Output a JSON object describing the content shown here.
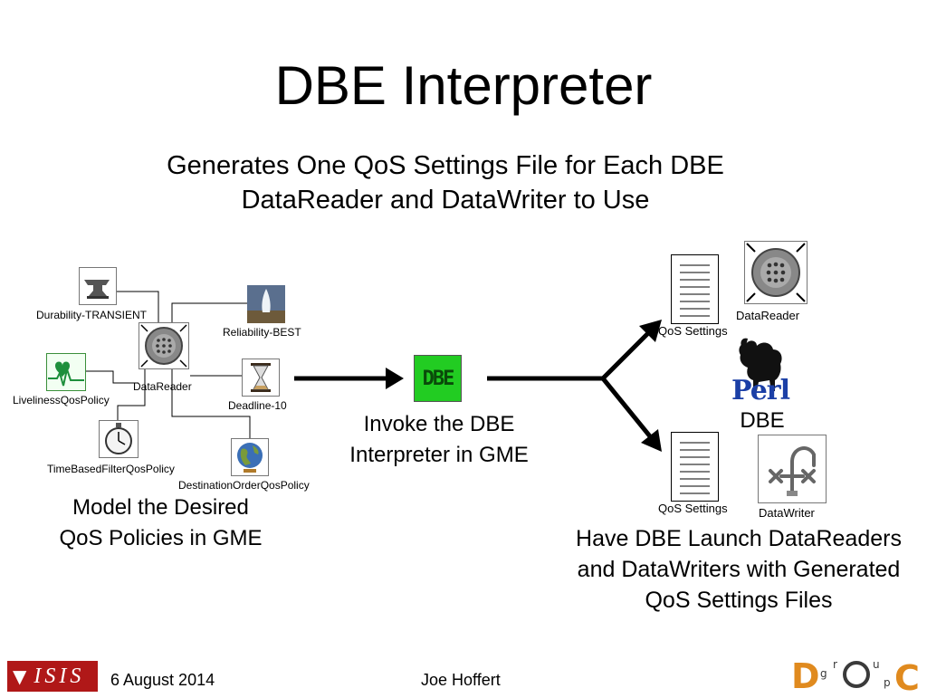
{
  "slide": {
    "title": "DBE Interpreter",
    "subtitle_line1": "Generates One QoS Settings File for Each DBE",
    "subtitle_line2": "DataReader and DataWriter to Use"
  },
  "model": {
    "nodes": {
      "durability": "Durability-TRANSIENT",
      "reliability": "Reliability-BEST",
      "datareader": "DataReader",
      "liveliness": "LivelinessQosPolicy",
      "deadline": "Deadline-10",
      "timebased": "TimeBasedFilterQosPolicy",
      "destination": "DestinationOrderQosPolicy"
    },
    "caption_line1": "Model the Desired",
    "caption_line2": "QoS Policies in GME"
  },
  "interpreter": {
    "icon_text": "DBE",
    "caption_line1": "Invoke the DBE",
    "caption_line2": "Interpreter in GME"
  },
  "output": {
    "qos_settings_top": "QoS Settings",
    "datareader": "DataReader",
    "perl_text": "Perl",
    "dbe": "DBE",
    "qos_settings_bottom": "QoS Settings",
    "datawriter": "DataWriter",
    "caption_line1": "Have DBE Launch DataReaders",
    "caption_line2": "and DataWriters with Generated",
    "caption_line3": "QoS Settings Files"
  },
  "footer": {
    "date": "6 August 2014",
    "author": "Joe Hoffert",
    "left_logo_text": "ISIS",
    "right_logo_letters": [
      "D",
      "g",
      "r",
      "o",
      "u",
      "p",
      "C"
    ]
  },
  "colors": {
    "green_icon": "#22cc22",
    "footer_logo_red": "#b01818",
    "doc_logo_orange": "#e08a1e",
    "doc_logo_dark": "#3a3a3a"
  }
}
